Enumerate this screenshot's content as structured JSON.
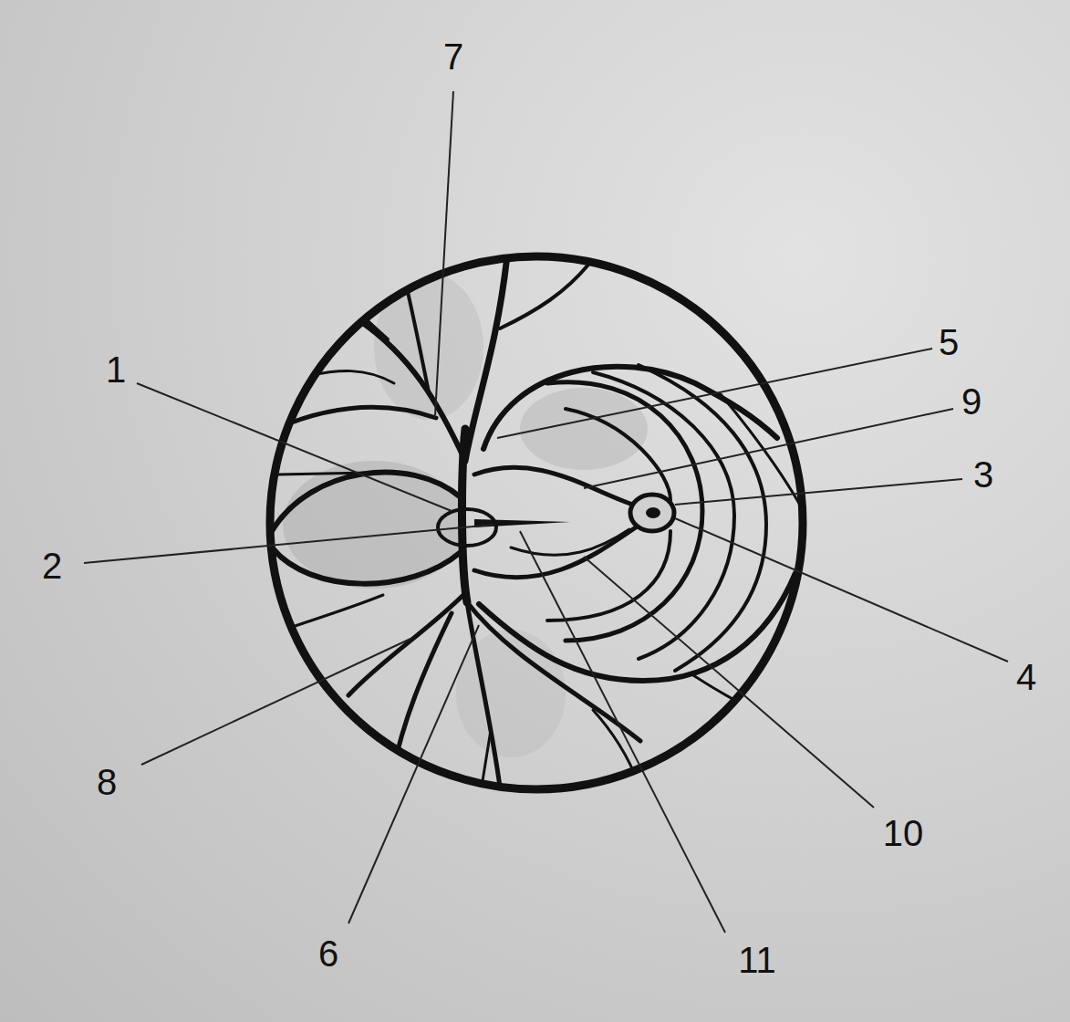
{
  "diagram": {
    "labels": [
      "7",
      "5",
      "1",
      "9",
      "3",
      "2",
      "4",
      "8",
      "10",
      "6",
      "11"
    ]
  }
}
